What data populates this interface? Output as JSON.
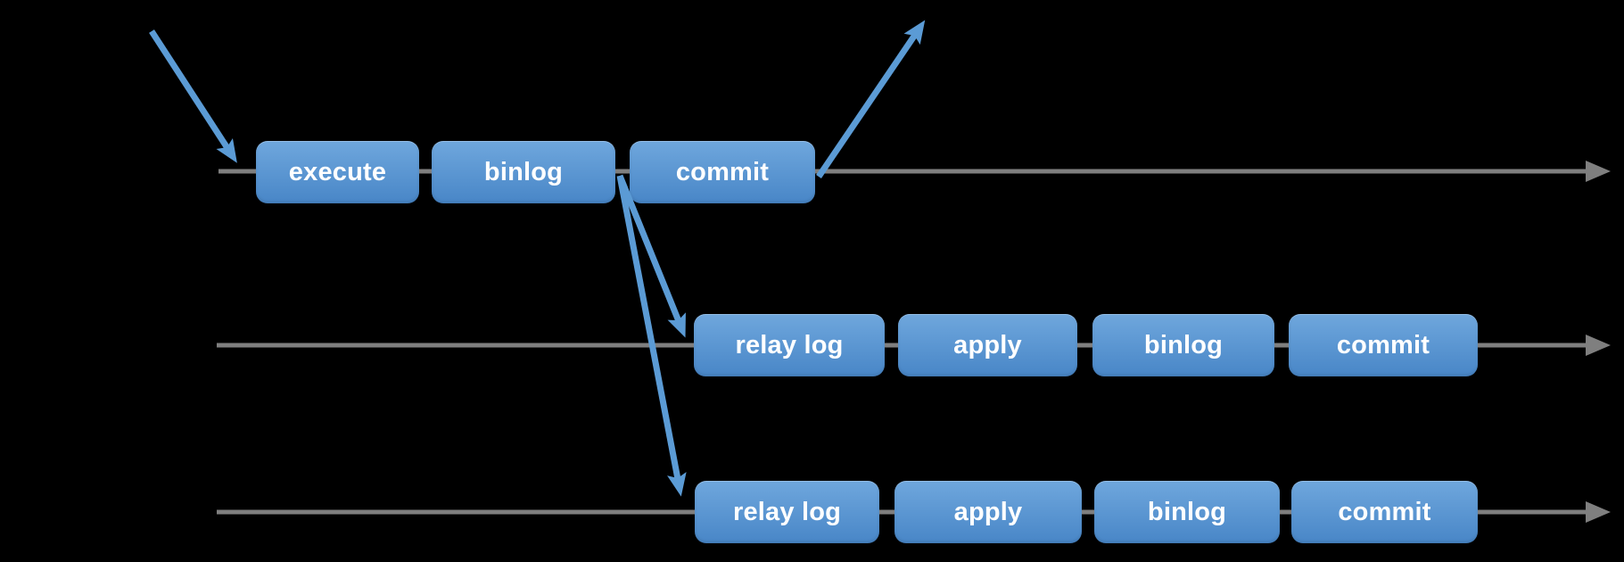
{
  "colors": {
    "bg": "#000000",
    "boxTop": "#6FA7DD",
    "boxBottom": "#4886C7",
    "boxText": "#FFFFFF",
    "timeline": "#7F7F7F",
    "arrow": "#5B9BD5"
  },
  "rows": [
    {
      "name": "timeline-1",
      "boxes": [
        {
          "label": "execute"
        },
        {
          "label": "binlog"
        },
        {
          "label": "commit"
        }
      ]
    },
    {
      "name": "timeline-2",
      "boxes": [
        {
          "label": "relay log"
        },
        {
          "label": "apply"
        },
        {
          "label": "binlog"
        },
        {
          "label": "commit"
        }
      ]
    },
    {
      "name": "timeline-3",
      "boxes": [
        {
          "label": "relay log"
        },
        {
          "label": "apply"
        },
        {
          "label": "binlog"
        },
        {
          "label": "commit"
        }
      ]
    }
  ]
}
